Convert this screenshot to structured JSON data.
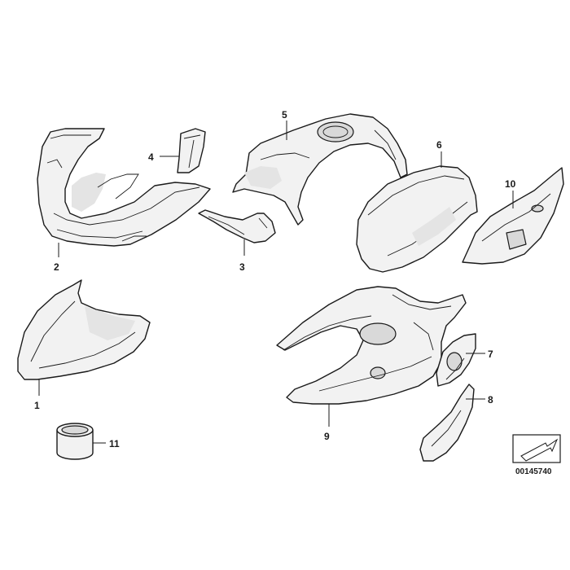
{
  "callouts": {
    "c1": "1",
    "c2": "2",
    "c3": "3",
    "c4": "4",
    "c5": "5",
    "c6": "6",
    "c7": "7",
    "c8": "8",
    "c9": "9",
    "c10": "10",
    "c11": "11"
  },
  "reference_number": "00145740",
  "colors": {
    "line": "#1a1a1a",
    "fill": "#f2f2f2",
    "shade": "#d9d9d9"
  }
}
